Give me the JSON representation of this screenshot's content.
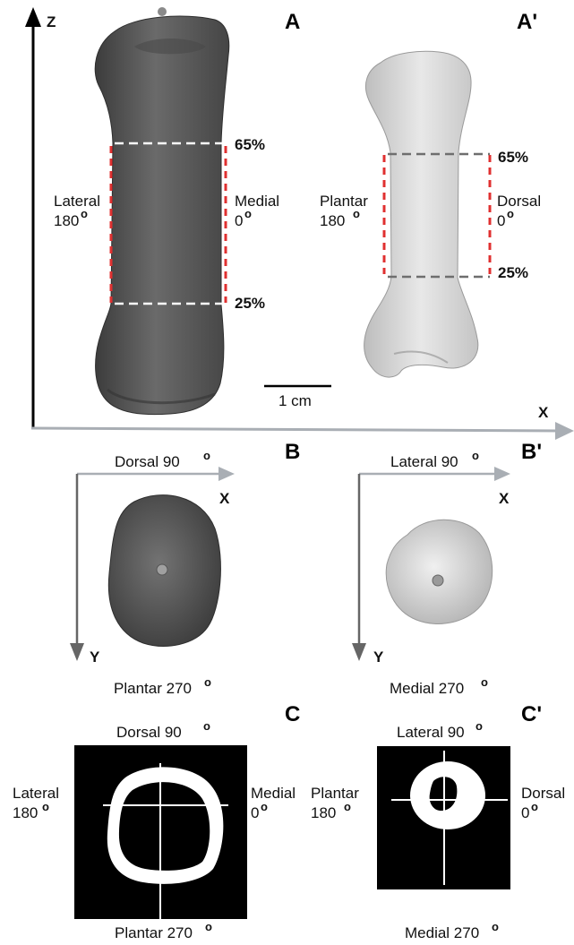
{
  "panels": {
    "A": "A",
    "A_prime": "A'",
    "B": "B",
    "B_prime": "B'",
    "C": "C",
    "C_prime": "C'"
  },
  "axes": {
    "z": "Z",
    "x": "X",
    "y": "Y"
  },
  "degree_symbol": "o",
  "panel_a": {
    "left_label": "Lateral",
    "left_angle": "180",
    "right_label": "Medial",
    "right_angle": "0",
    "top_percent": "65%",
    "bottom_percent": "25%"
  },
  "panel_a_prime": {
    "left_label": "Plantar",
    "left_angle": "180",
    "right_label": "Dorsal",
    "right_angle": "0",
    "top_percent": "65%",
    "bottom_percent": "25%"
  },
  "scale_bar": "1 cm",
  "panel_b": {
    "top": "Dorsal 90",
    "bottom": "Plantar 270"
  },
  "panel_b_prime": {
    "top": "Lateral 90",
    "bottom": "Medial 270"
  },
  "panel_c": {
    "top": "Dorsal 90",
    "bottom": "Plantar 270",
    "left_label": "Lateral",
    "left_angle": "180",
    "right_label": "Medial",
    "right_angle": "0"
  },
  "panel_c_prime": {
    "top": "Lateral 90",
    "bottom": "Medial 270",
    "left_label": "Plantar",
    "left_angle": "180",
    "right_label": "Dorsal",
    "right_angle": "0"
  },
  "colors": {
    "bone_dark": "#5e5e5e",
    "bone_light": "#d9d9d9",
    "guide_red": "#e03030",
    "axis_gray": "#a9aeb4",
    "cross_section_bg": "#000000"
  }
}
